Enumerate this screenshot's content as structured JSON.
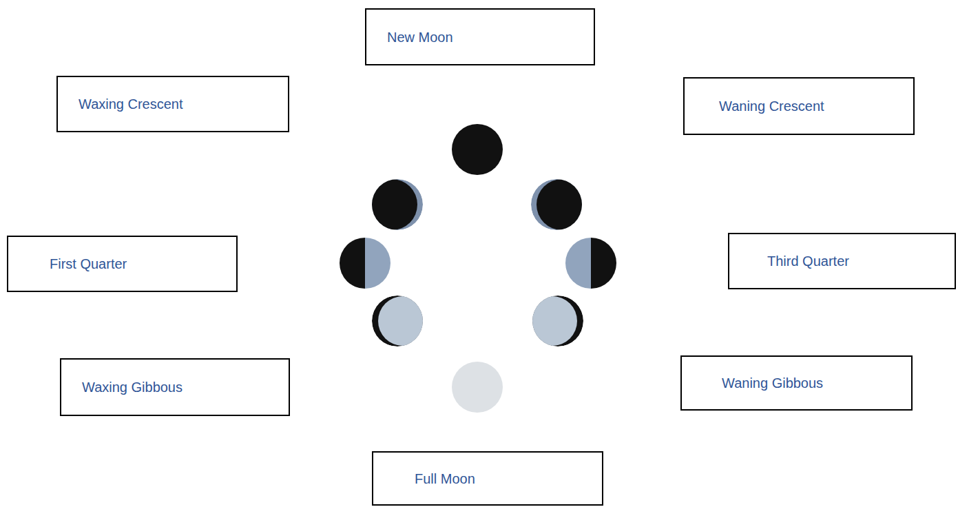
{
  "diagram": {
    "nodes": [
      {
        "text": [
          "New Moon"
        ]
      },
      {
        "text": [
          "Waxing Crescent"
        ]
      },
      {
        "text": [
          "Waning Crescent"
        ]
      },
      {
        "text": [
          "First Quarter"
        ]
      },
      {
        "text": [
          "Third Quarter"
        ]
      },
      {
        "text": [
          "Waxing Gibbous"
        ]
      },
      {
        "text": [
          "Waning Gibbous"
        ]
      },
      {
        "text": [
          "Full Moon"
        ]
      }
    ]
  }
}
